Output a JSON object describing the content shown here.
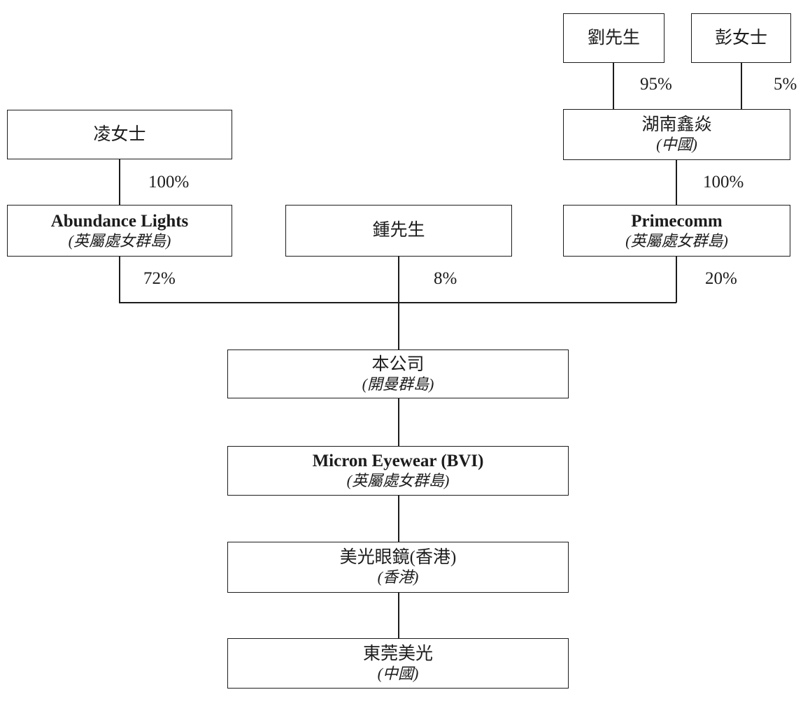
{
  "colors": {
    "line": "#1c1c1c",
    "background": "#ffffff",
    "box_background": "#ffffff"
  },
  "nodes": {
    "liu": {
      "name": "劉先生"
    },
    "peng": {
      "name": "彭女士"
    },
    "hunan": {
      "name": "湖南鑫焱",
      "jurisdiction": "(中國)"
    },
    "ling": {
      "name": "凌女士"
    },
    "abundance": {
      "name": "Abundance Lights",
      "jurisdiction": "(英屬處女群島)"
    },
    "zhong": {
      "name": "鍾先生"
    },
    "primecomm": {
      "name": "Primecomm",
      "jurisdiction": "(英屬處女群島)"
    },
    "company": {
      "name": "本公司",
      "jurisdiction": "(開曼群島)"
    },
    "micron_bvi": {
      "name": "Micron Eyewear (BVI)",
      "jurisdiction": "(英屬處女群島)"
    },
    "micron_hk": {
      "name": "美光眼鏡(香港)",
      "jurisdiction": "(香港)"
    },
    "dongguan": {
      "name": "東莞美光",
      "jurisdiction": "(中國)"
    }
  },
  "edges": {
    "liu_to_hunan": "95%",
    "peng_to_hunan": "5%",
    "ling_to_abundance": "100%",
    "hunan_to_primecomm": "100%",
    "abundance_to_company": "72%",
    "zhong_to_company": "8%",
    "primecomm_to_company": "20%"
  }
}
